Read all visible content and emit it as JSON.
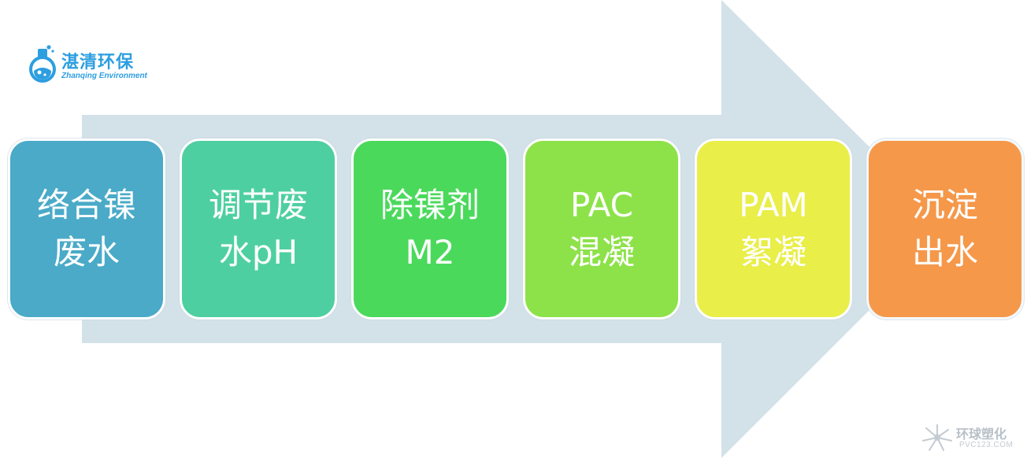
{
  "logo": {
    "title": "湛清环保",
    "subtitle": "Zhanqing Environment"
  },
  "steps": [
    {
      "line1": "络合镍",
      "line2": "废水",
      "color": "#4aaac8"
    },
    {
      "line1": "调节废",
      "line2": "水pH",
      "color": "#4ecfa2"
    },
    {
      "line1": "除镍剂",
      "line2": "M2",
      "color": "#4bd95c"
    },
    {
      "line1": "PAC",
      "line2": "混凝",
      "color": "#8de24a"
    },
    {
      "line1": "PAM",
      "line2": "絮凝",
      "color": "#e9ee49"
    },
    {
      "line1": "沉淀",
      "line2": "出水",
      "color": "#f5984a"
    }
  ],
  "watermark": {
    "title": "环球塑化",
    "url": "PVC123.COM"
  },
  "colors": {
    "arrow": "#d3e1e9",
    "logo": "#2d9ee0"
  }
}
